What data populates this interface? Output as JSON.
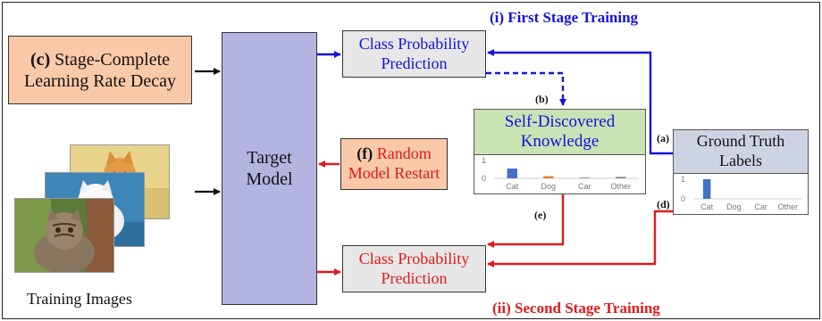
{
  "stage1_title": "(i) First Stage Training",
  "stage2_title": "(ii) Second Stage Training",
  "lr_box": {
    "tag": "(c)",
    "line1": "Stage-Complete",
    "line2": "Learning Rate Decay"
  },
  "target_model": {
    "line1": "Target",
    "line2": "Model"
  },
  "cpp_top": {
    "line1": "Class Probability",
    "line2": "Prediction"
  },
  "cpp_bottom": {
    "line1": "Class Probability",
    "line2": "Prediction"
  },
  "restart": {
    "tag": "(f)",
    "line1a": "Random",
    "line2": "Model Restart"
  },
  "sdk": {
    "line1": "Self-Discovered",
    "line2": "Knowledge"
  },
  "ground_truth": {
    "line1": "Ground Truth",
    "line2": "Labels"
  },
  "tags": {
    "a": "(a)",
    "b": "(b)",
    "d": "(d)",
    "e": "(e)"
  },
  "training_images_label": "Training Images",
  "colors": {
    "first_stage": "#1414d8",
    "second_stage": "#e01a1a",
    "bar_blue": "#4472c4",
    "bar_orange": "#ed7d31",
    "bar_gray": "#7f7f7f"
  },
  "chart_data": [
    {
      "type": "bar",
      "name": "self-discovered-knowledge",
      "categories": [
        "Cat",
        "Dog",
        "Car",
        "Other"
      ],
      "values": [
        0.55,
        0.12,
        0.02,
        0.08
      ],
      "colors": [
        "#4472c4",
        "#ed7d31",
        "#a5a5a5",
        "#7f7f7f"
      ],
      "yticks": [
        "1",
        "0"
      ],
      "ylim": [
        0,
        1
      ]
    },
    {
      "type": "bar",
      "name": "ground-truth",
      "categories": [
        "Cat",
        "Dog",
        "Car",
        "Other"
      ],
      "values": [
        1,
        0,
        0,
        0
      ],
      "colors": [
        "#4472c4",
        "#ed7d31",
        "#a5a5a5",
        "#7f7f7f"
      ],
      "yticks": [
        "1",
        "0"
      ],
      "ylim": [
        0,
        1
      ]
    }
  ]
}
